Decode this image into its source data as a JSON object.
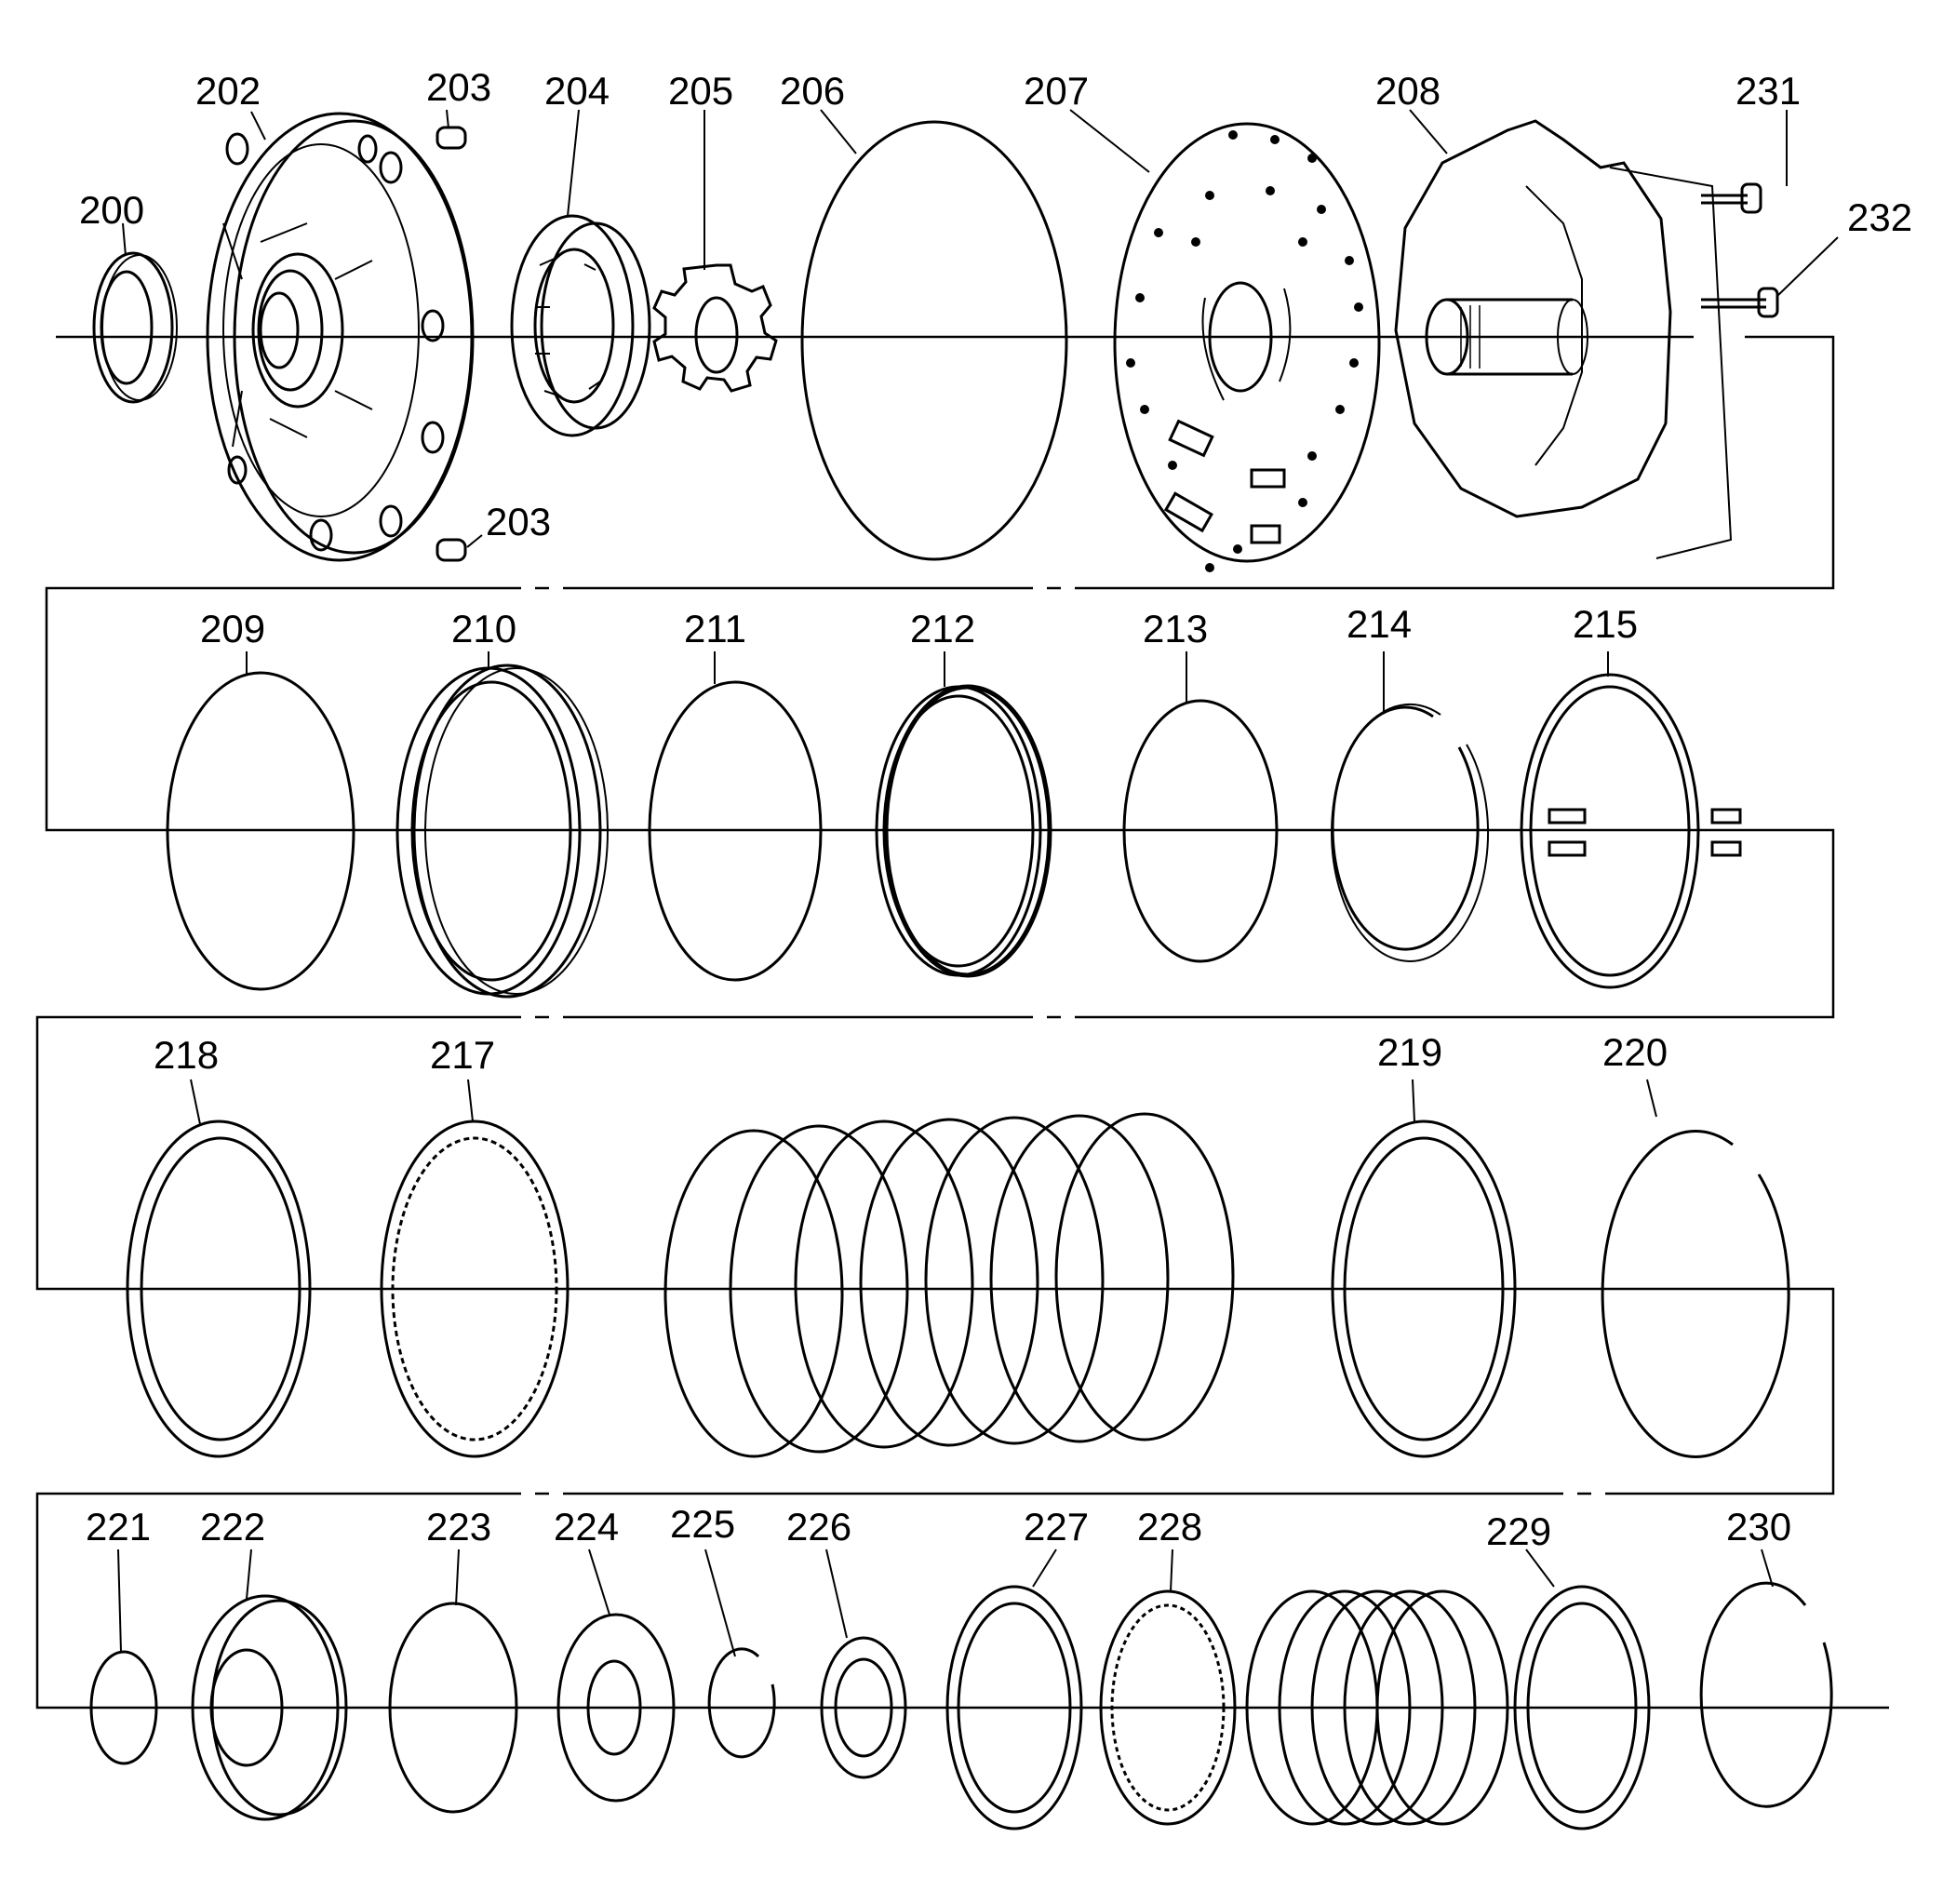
{
  "diagram": {
    "type": "exploded-parts-view",
    "callouts": [
      {
        "id": "c200",
        "label": "200"
      },
      {
        "id": "c202",
        "label": "202"
      },
      {
        "id": "c203a",
        "label": "203"
      },
      {
        "id": "c203b",
        "label": "203"
      },
      {
        "id": "c204",
        "label": "204"
      },
      {
        "id": "c205",
        "label": "205"
      },
      {
        "id": "c206",
        "label": "206"
      },
      {
        "id": "c207",
        "label": "207"
      },
      {
        "id": "c208",
        "label": "208"
      },
      {
        "id": "c231",
        "label": "231"
      },
      {
        "id": "c232",
        "label": "232"
      },
      {
        "id": "c209",
        "label": "209"
      },
      {
        "id": "c210",
        "label": "210"
      },
      {
        "id": "c211",
        "label": "211"
      },
      {
        "id": "c212",
        "label": "212"
      },
      {
        "id": "c213",
        "label": "213"
      },
      {
        "id": "c214",
        "label": "214"
      },
      {
        "id": "c215",
        "label": "215"
      },
      {
        "id": "c218",
        "label": "218"
      },
      {
        "id": "c217",
        "label": "217"
      },
      {
        "id": "c219",
        "label": "219"
      },
      {
        "id": "c220",
        "label": "220"
      },
      {
        "id": "c221",
        "label": "221"
      },
      {
        "id": "c222",
        "label": "222"
      },
      {
        "id": "c223",
        "label": "223"
      },
      {
        "id": "c224",
        "label": "224"
      },
      {
        "id": "c225",
        "label": "225"
      },
      {
        "id": "c226",
        "label": "226"
      },
      {
        "id": "c227",
        "label": "227"
      },
      {
        "id": "c228",
        "label": "228"
      },
      {
        "id": "c229",
        "label": "229"
      },
      {
        "id": "c230",
        "label": "230"
      }
    ]
  }
}
